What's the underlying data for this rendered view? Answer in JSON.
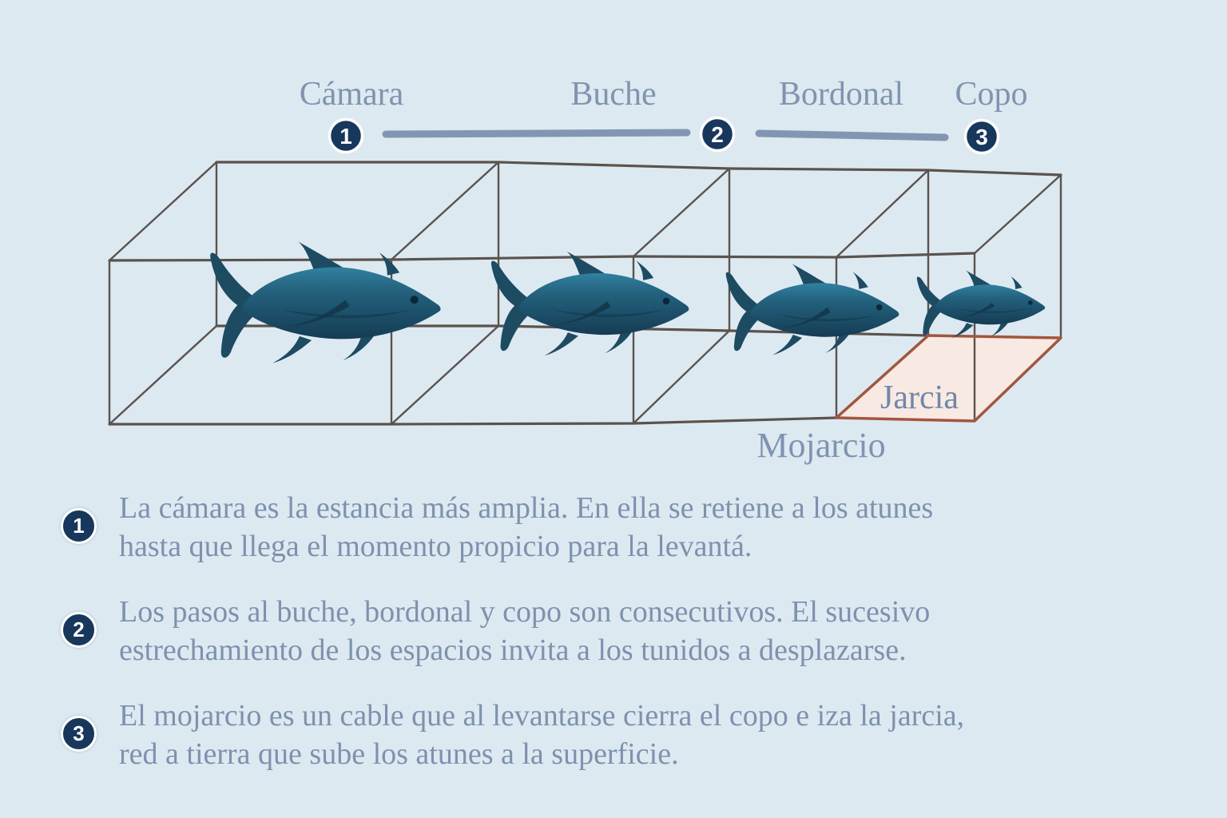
{
  "diagram": {
    "chambers": [
      {
        "label": "Cámara"
      },
      {
        "label": "Buche"
      },
      {
        "label": "Bordonal"
      },
      {
        "label": "Copo"
      }
    ],
    "markers": [
      {
        "number": "1"
      },
      {
        "number": "2"
      },
      {
        "number": "3"
      }
    ],
    "floor_label": "Jarcia",
    "cable_label": "Mojarcio",
    "fish": [
      {
        "name": "tuna-in-camara"
      },
      {
        "name": "tuna-in-buche"
      },
      {
        "name": "tuna-in-bordonal"
      },
      {
        "name": "tuna-in-copo"
      }
    ]
  },
  "notes": [
    {
      "number": "1",
      "lines": [
        "La cámara es la estancia más amplia. En ella se retiene a los atunes",
        "hasta que llega el momento propicio para la levantá."
      ]
    },
    {
      "number": "2",
      "lines": [
        "Los pasos al buche, bordonal y copo son consecutivos. El sucesivo",
        "estrechamiento de los espacios invita a los tunidos a desplazarse."
      ]
    },
    {
      "number": "3",
      "lines": [
        "El mojarcio es un cable que al levantarse cierra el copo e iza la jarcia,",
        "red a tierra que sube los atunes a la superficie."
      ]
    }
  ],
  "colors": {
    "background": "#dde9f1",
    "wireframe": "#5a534d",
    "fish_body": "#1d4b62",
    "accent_navy": "#17375c",
    "label_blue": "#8093af",
    "body_text": "#7e91ae",
    "jarcia_fill": "#f8e9e2",
    "jarcia_stroke": "#a2563f",
    "connector": "#8296b4"
  }
}
